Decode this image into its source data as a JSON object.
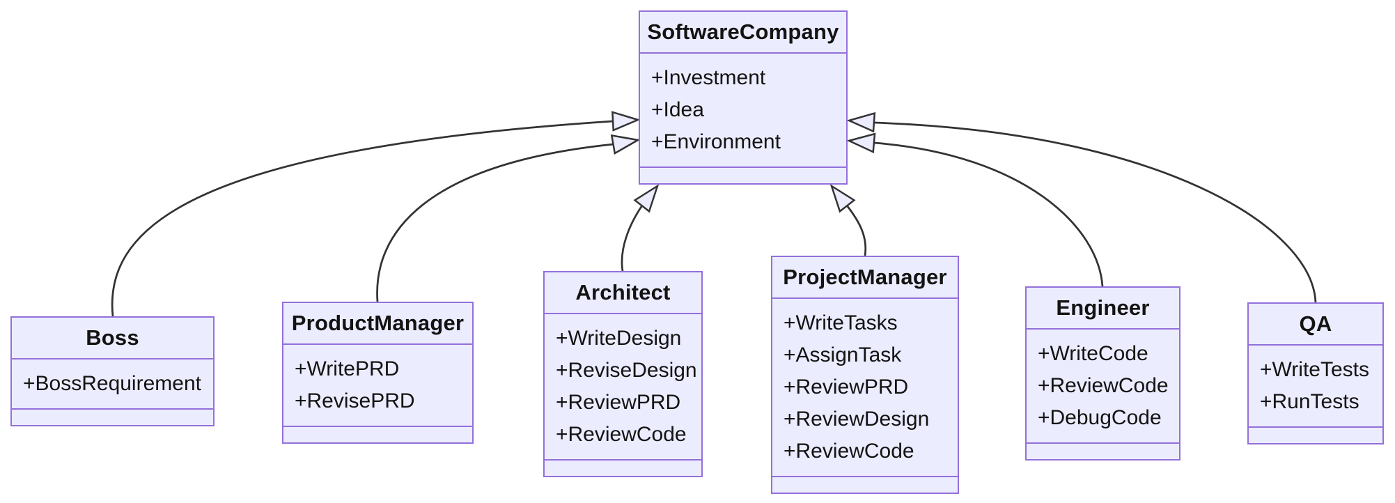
{
  "diagram": {
    "kind": "uml-class-diagram",
    "classes": [
      {
        "name": "SoftwareCompany",
        "attributes": [
          "+Investment",
          "+Idea",
          "+Environment"
        ],
        "methods": []
      },
      {
        "name": "Boss",
        "attributes": [
          "+BossRequirement"
        ],
        "methods": []
      },
      {
        "name": "ProductManager",
        "attributes": [
          "+WritePRD",
          "+RevisePRD"
        ],
        "methods": []
      },
      {
        "name": "Architect",
        "attributes": [
          "+WriteDesign",
          "+ReviseDesign",
          "+ReviewPRD",
          "+ReviewCode"
        ],
        "methods": []
      },
      {
        "name": "ProjectManager",
        "attributes": [
          "+WriteTasks",
          "+AssignTask",
          "+ReviewPRD",
          "+ReviewDesign",
          "+ReviewCode"
        ],
        "methods": []
      },
      {
        "name": "Engineer",
        "attributes": [
          "+WriteCode",
          "+ReviewCode",
          "+DebugCode"
        ],
        "methods": []
      },
      {
        "name": "QA",
        "attributes": [
          "+WriteTests",
          "+RunTests"
        ],
        "methods": []
      }
    ],
    "relationships": [
      {
        "from": "Boss",
        "to": "SoftwareCompany",
        "type": "inheritance",
        "arrow": "hollow-triangle"
      },
      {
        "from": "ProductManager",
        "to": "SoftwareCompany",
        "type": "inheritance",
        "arrow": "hollow-triangle"
      },
      {
        "from": "Architect",
        "to": "SoftwareCompany",
        "type": "inheritance",
        "arrow": "hollow-triangle"
      },
      {
        "from": "ProjectManager",
        "to": "SoftwareCompany",
        "type": "inheritance",
        "arrow": "hollow-triangle"
      },
      {
        "from": "Engineer",
        "to": "SoftwareCompany",
        "type": "inheritance",
        "arrow": "hollow-triangle"
      },
      {
        "from": "QA",
        "to": "SoftwareCompany",
        "type": "inheritance",
        "arrow": "hollow-triangle"
      }
    ],
    "colors": {
      "node_fill": "#ECECFF",
      "node_border": "#9370DB",
      "edge_stroke": "#333333",
      "text": "#131313",
      "background": "#FFFFFF"
    }
  }
}
